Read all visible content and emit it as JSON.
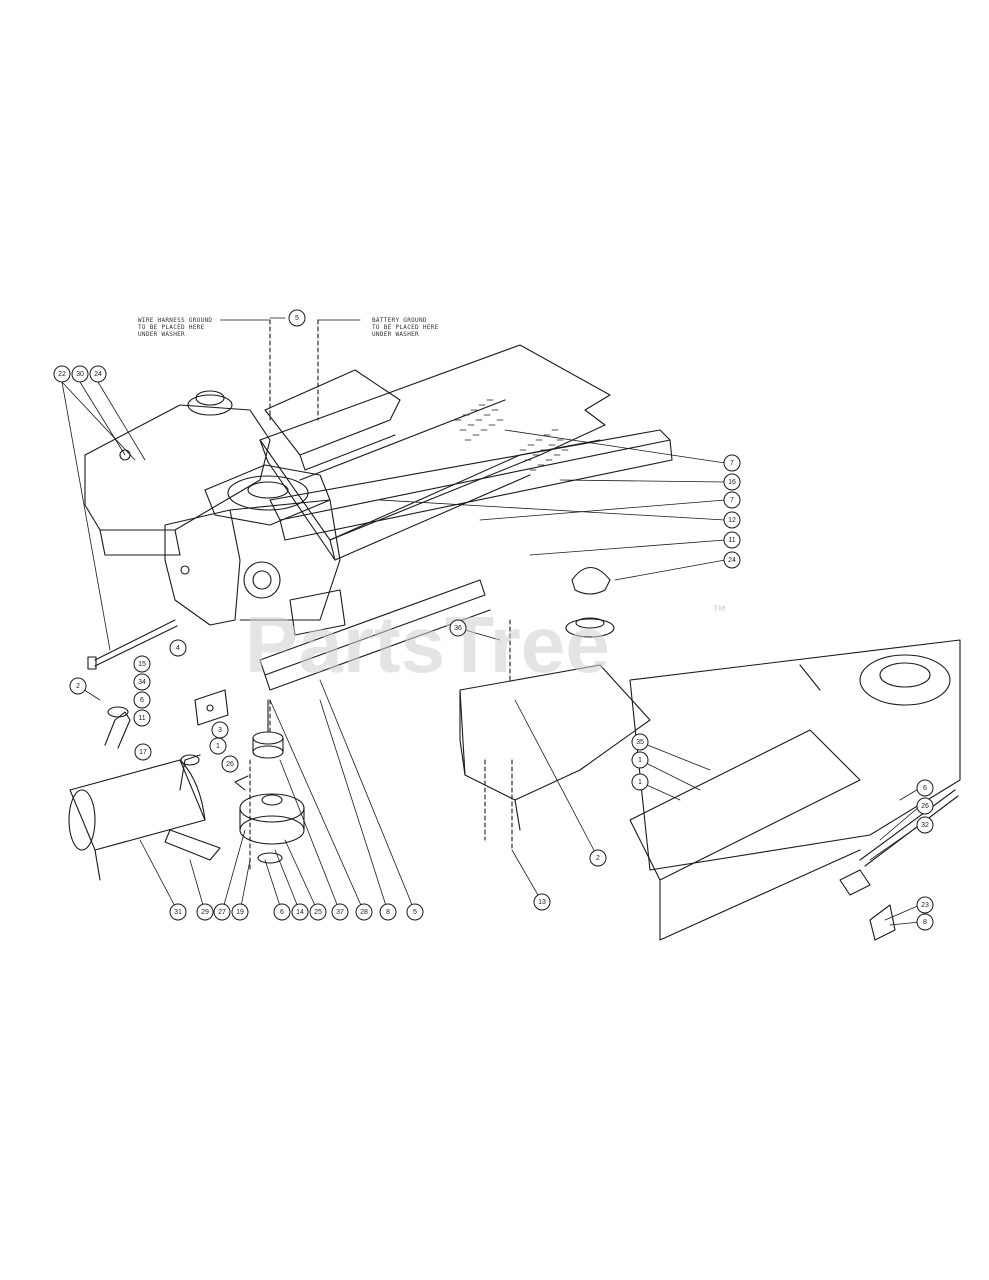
{
  "notes": {
    "wire_ground": "WIRE HARNESS GROUND\nTO BE PLACED HERE\nUNDER WASHER",
    "battery_ground": "BATTERY GROUND\nTO BE PLACED HERE\nUNDER WASHER"
  },
  "watermark": {
    "text": "PartsTree",
    "tm": "™"
  },
  "callouts": [
    "5",
    "22",
    "30",
    "24",
    "7",
    "16",
    "7",
    "12",
    "11",
    "24",
    "36",
    "2",
    "4",
    "15",
    "34",
    "6",
    "11",
    "3",
    "1",
    "26",
    "17",
    "31",
    "29",
    "27",
    "19",
    "6",
    "14",
    "25",
    "37",
    "28",
    "8",
    "5",
    "2",
    "13",
    "35",
    "1",
    "1",
    "6",
    "26",
    "32",
    "23",
    "8"
  ],
  "colors": {
    "line": "#1a1a1a",
    "paper": "#ffffff",
    "watermark": "#cfcfcf"
  }
}
